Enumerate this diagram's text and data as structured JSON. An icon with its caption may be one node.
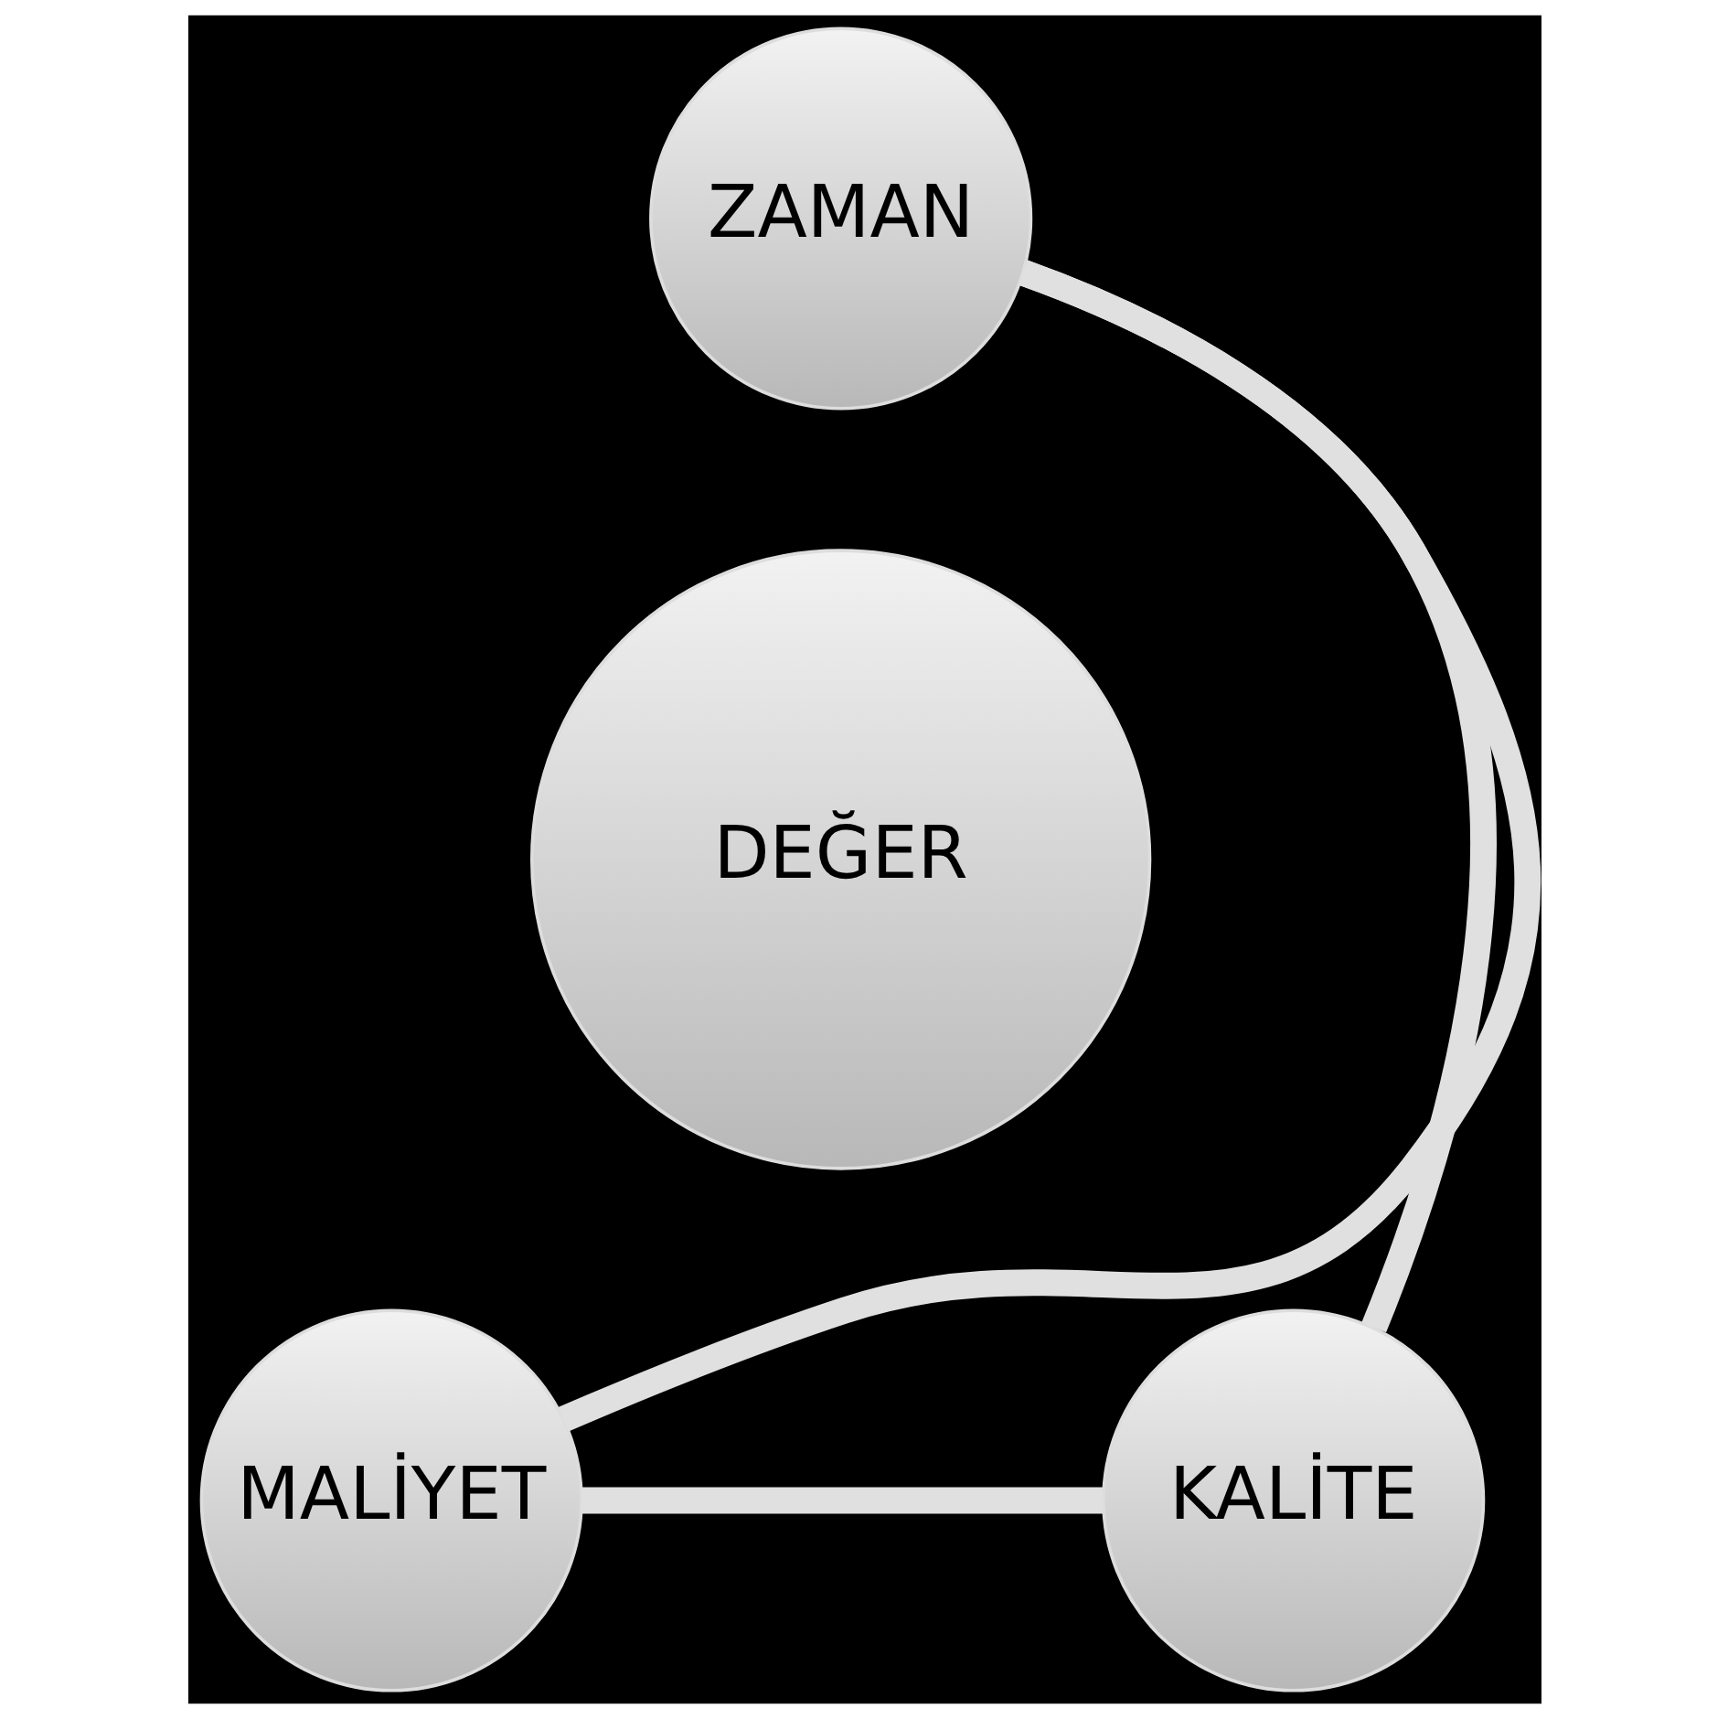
{
  "diagram": {
    "nodes": [
      {
        "text": [
          "ZAMAN"
        ]
      },
      {
        "text": [
          "DEĞER"
        ]
      },
      {
        "text": [
          "MALİYET"
        ]
      },
      {
        "text": [
          "KALİTE"
        ]
      }
    ],
    "edges": [
      {
        "from": 0,
        "to": 3,
        "arrow": "none"
      },
      {
        "from": 3,
        "to": 2,
        "arrow": "none"
      },
      {
        "from": 2,
        "to": 0,
        "arrow": "none"
      }
    ]
  }
}
